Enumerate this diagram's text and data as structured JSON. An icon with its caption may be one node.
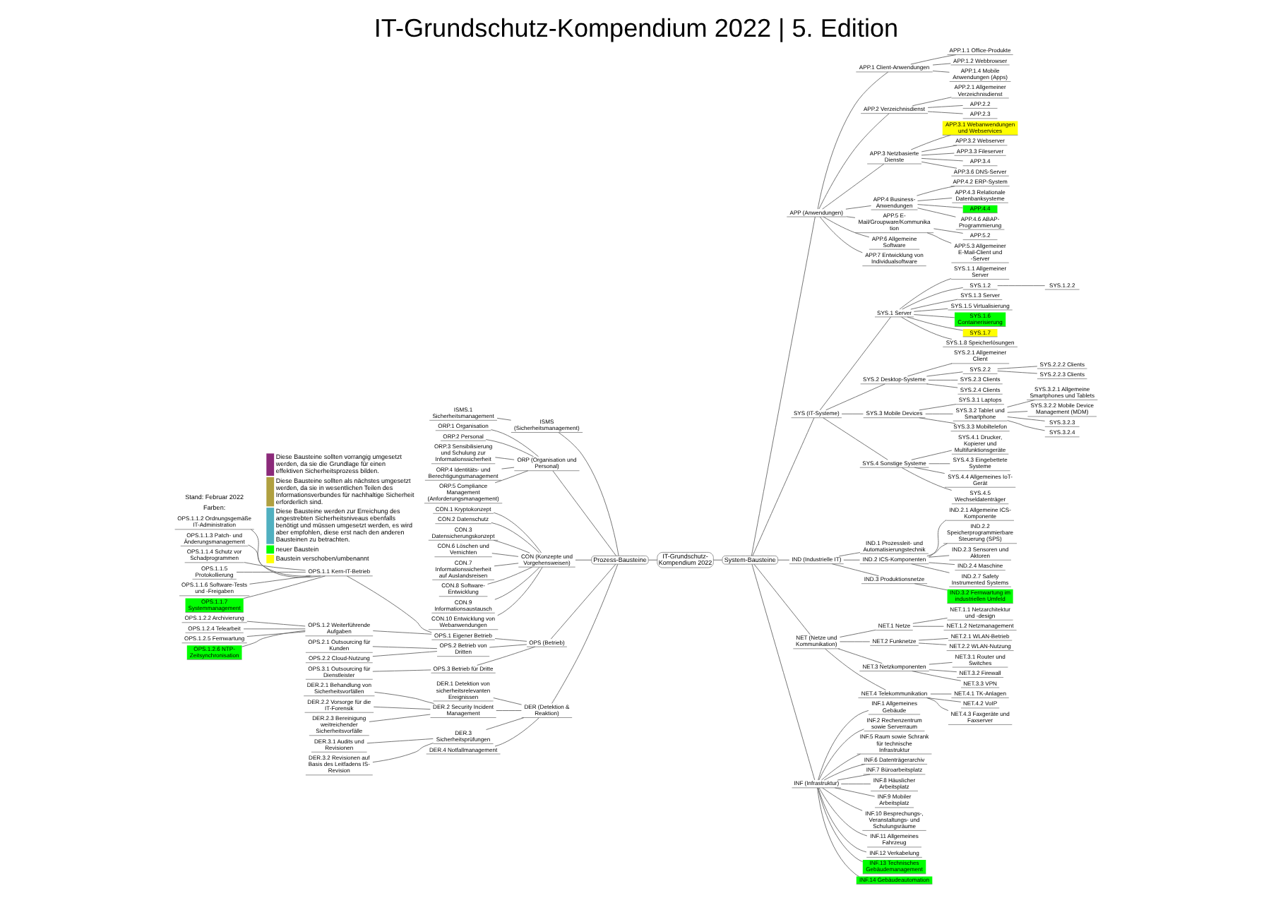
{
  "diagram": {
    "title": "IT-Grundschutz-Kompendium 2022 | 5. Edition",
    "nodes": [
      {
        "text": [
          "IT-Grundschutz-Kompendium 2022"
        ]
      },
      {
        "text": [
          "Prozess-Bausteine"
        ]
      },
      {
        "text": [
          "ISMS (Sicherheitsmanagement)"
        ]
      },
      {
        "text": [
          "ISMS.1 Sicherheitsmanagement"
        ]
      },
      {
        "text": [
          "ORP (Organisation und Personal)"
        ]
      },
      {
        "text": [
          "ORP.1 Organisation"
        ]
      },
      {
        "text": [
          "ORP.2 Personal"
        ]
      },
      {
        "text": [
          "ORP.3 Sensibilisierung und Schulung zur Informationssicherheit"
        ]
      },
      {
        "text": [
          "ORP.4 Identitäts- und Berechtigungsmanagement"
        ]
      },
      {
        "text": [
          "ORP.5 Compliance Management (Anforderungsmanagement)"
        ]
      },
      {
        "text": [
          "CON (Konzepte und Vorgehensweisen)"
        ]
      },
      {
        "text": [
          "CON.1 Kryptokonzept"
        ]
      },
      {
        "text": [
          "CON.2 Datenschutz"
        ]
      },
      {
        "text": [
          "CON.3 Datensicherungskonzept"
        ]
      },
      {
        "text": [
          "CON.6 Löschen und Vernichten"
        ]
      },
      {
        "text": [
          "CON.7 Informationssicherheit auf Auslandsreisen"
        ]
      },
      {
        "text": [
          "CON.8 Software-Entwicklung"
        ]
      },
      {
        "text": [
          "CON.9 Informationsaustausch"
        ]
      },
      {
        "text": [
          "CON.10 Entwicklung von Webanwendungen"
        ]
      },
      {
        "text": [
          "OPS (Betrieb)"
        ]
      },
      {
        "text": [
          "OPS.1 Eigener Betrieb"
        ]
      },
      {
        "text": [
          "OPS.1.1 Kern-IT-Betrieb"
        ]
      },
      {
        "text": [
          "OPS.1.1.2 Ordnungsgemäße IT-Administration"
        ]
      },
      {
        "text": [
          "OPS.1.1.3 Patch- und Änderungsmanagement"
        ]
      },
      {
        "text": [
          "OPS.1.1.4 Schutz vor Schadprogrammen"
        ]
      },
      {
        "text": [
          "OPS.1.1.5 Protokollierung"
        ]
      },
      {
        "text": [
          "OPS.1.1.6 Software-Tests und -Freigaben"
        ]
      },
      {
        "text": [
          "OPS.1.1.7 Systemmanagement"
        ]
      },
      {
        "text": [
          "OPS.1.2 Weiterführende Aufgaben"
        ]
      },
      {
        "text": [
          "OPS.1.2.2 Archivierung"
        ]
      },
      {
        "text": [
          "OPS.1.2.4 Telearbeit"
        ]
      },
      {
        "text": [
          "OPS.1.2.5 Fernwartung"
        ]
      },
      {
        "text": [
          "OPS.1.2.6 NTP-Zeitsynchronisation"
        ]
      },
      {
        "text": [
          "OPS.2 Betrieb von Dritten"
        ]
      },
      {
        "text": [
          "OPS.2.1 Outsourcing für Kunden"
        ]
      },
      {
        "text": [
          "OPS.2.2 Cloud-Nutzung"
        ]
      },
      {
        "text": [
          "OPS.3 Betrieb für Dritte"
        ]
      },
      {
        "text": [
          "OPS.3.1 Outsourcing für Dienstleister"
        ]
      },
      {
        "text": [
          "DER (Detektion & Reaktion)"
        ]
      },
      {
        "text": [
          "DER.1 Detektion von sicherheitsrelevanten Ereignissen"
        ]
      },
      {
        "text": [
          "DER.2 Security Incident Management"
        ]
      },
      {
        "text": [
          "DER.2.1 Behandlung von Sicherheitsvorfällen"
        ]
      },
      {
        "text": [
          "DER.2.2 Vorsorge für die IT-Forensik"
        ]
      },
      {
        "text": [
          "DER.2.3 Bereinigung weitreichender Sicherheitsvorfälle"
        ]
      },
      {
        "text": [
          "DER.3 Sicherheitsprüfungen"
        ]
      },
      {
        "text": [
          "DER.3.1 Audits und Revisionen"
        ]
      },
      {
        "text": [
          "DER.3.2 Revisionen auf Basis des Leitfadens IS-Revision"
        ]
      },
      {
        "text": [
          "DER.4 Notfallmanagement"
        ]
      },
      {
        "text": [
          "System-Bausteine"
        ]
      },
      {
        "text": [
          "APP (Anwendungen)"
        ]
      },
      {
        "text": [
          "APP.1 Client-Anwendungen"
        ]
      },
      {
        "text": [
          "APP.1.1 Office-Produkte"
        ]
      },
      {
        "text": [
          "APP.1.2 Webbrowser"
        ]
      },
      {
        "text": [
          "APP.1.4 Mobile Anwendungen (Apps)"
        ]
      },
      {
        "text": [
          "APP.2 Verzeichnisdienst"
        ]
      },
      {
        "text": [
          "APP.2.1 Allgemeiner Verzeichnisdienst"
        ]
      },
      {
        "text": [
          "APP.2.2"
        ]
      },
      {
        "text": [
          "APP.2.3"
        ]
      },
      {
        "text": [
          "APP.3 Netzbasierte Dienste"
        ]
      },
      {
        "text": [
          "APP.3.1 Webanwendungen und Webservices"
        ]
      },
      {
        "text": [
          "APP.3.2 Webserver"
        ]
      },
      {
        "text": [
          "APP.3.3 Fileserver"
        ]
      },
      {
        "text": [
          "APP.3.4"
        ]
      },
      {
        "text": [
          "APP.3.6 DNS-Server"
        ]
      },
      {
        "text": [
          "APP.4 Business-Anwendungen"
        ]
      },
      {
        "text": [
          "APP.4.2 ERP-System"
        ]
      },
      {
        "text": [
          "APP.4.3 Relationale Datenbanksysteme"
        ]
      },
      {
        "text": [
          "APP.4.4"
        ]
      },
      {
        "text": [
          "APP.4.6 ABAP-Programmierung"
        ]
      },
      {
        "text": [
          "APP.5 E-Mail/Groupware/Kommunikation"
        ]
      },
      {
        "text": [
          "APP.5.2"
        ]
      },
      {
        "text": [
          "APP.5.3 Allgemeiner E-Mail-Client und -Server"
        ]
      },
      {
        "text": [
          "APP.6 Allgemeine Software"
        ]
      },
      {
        "text": [
          "APP.7 Entwicklung von Individualsoftware"
        ]
      },
      {
        "text": [
          "SYS (IT-Systeme)"
        ]
      },
      {
        "text": [
          "SYS.1 Server"
        ]
      },
      {
        "text": [
          "SYS.1.1 Allgemeiner Server"
        ]
      },
      {
        "text": [
          "SYS.1.2"
        ]
      },
      {
        "text": [
          "SYS.1.2.2"
        ]
      },
      {
        "text": [
          "SYS.1.3 Server"
        ]
      },
      {
        "text": [
          "SYS.1.5 Virtualisierung"
        ]
      },
      {
        "text": [
          "SYS.1.6 Containerisierung"
        ]
      },
      {
        "text": [
          "SYS.1.7"
        ]
      },
      {
        "text": [
          "SYS.1.8 Speicherlösungen"
        ]
      },
      {
        "text": [
          "SYS.2 Desktop-Systeme"
        ]
      },
      {
        "text": [
          "SYS.2.1 Allgemeiner Client"
        ]
      },
      {
        "text": [
          "SYS.2.2"
        ]
      },
      {
        "text": [
          "SYS.2.2.2 Clients"
        ]
      },
      {
        "text": [
          "SYS.2.2.3 Clients"
        ]
      },
      {
        "text": [
          "SYS.2.3 Clients"
        ]
      },
      {
        "text": [
          "SYS.2.4 Clients"
        ]
      },
      {
        "text": [
          "SYS.3 Mobile Devices"
        ]
      },
      {
        "text": [
          "SYS.3.1 Laptops"
        ]
      },
      {
        "text": [
          "SYS.3.2 Tablet und Smartphone"
        ]
      },
      {
        "text": [
          "SYS.3.2.1 Allgemeine Smartphones und Tablets"
        ]
      },
      {
        "text": [
          "SYS.3.2.2 Mobile Device Management (MDM)"
        ]
      },
      {
        "text": [
          "SYS.3.2.3"
        ]
      },
      {
        "text": [
          "SYS.3.2.4"
        ]
      },
      {
        "text": [
          "SYS.3.3 Mobiltelefon"
        ]
      },
      {
        "text": [
          "SYS.4 Sonstige Systeme"
        ]
      },
      {
        "text": [
          "SYS.4.1 Drucker, Kopierer und Multifunktionsgeräte"
        ]
      },
      {
        "text": [
          "SYS.4.3 Eingebettete Systeme"
        ]
      },
      {
        "text": [
          "SYS.4.4 Allgemeines IoT-Gerät"
        ]
      },
      {
        "text": [
          "SYS.4.5 Wechseldatenträger"
        ]
      },
      {
        "text": [
          "IND (Industrielle IT)"
        ]
      },
      {
        "text": [
          "IND.1 Prozessleit- und Automatisierungstechnik"
        ]
      },
      {
        "text": [
          "IND.2 ICS-Komponenten"
        ]
      },
      {
        "text": [
          "IND.2.1 Allgemeine ICS-Komponente"
        ]
      },
      {
        "text": [
          "IND.2.2 Speicherprogrammierbare Steuerung (SPS)"
        ]
      },
      {
        "text": [
          "IND.2.3 Sensoren und Aktoren"
        ]
      },
      {
        "text": [
          "IND.2.4 Maschine"
        ]
      },
      {
        "text": [
          "IND.2.7 Safety Instrumented Systems"
        ]
      },
      {
        "text": [
          "IND.3 Produktionsnetze"
        ]
      },
      {
        "text": [
          "IND.3.2 Fernwartung im industriellen Umfeld"
        ]
      },
      {
        "text": [
          "NET (Netze und Kommunikation)"
        ]
      },
      {
        "text": [
          "NET.1 Netze"
        ]
      },
      {
        "text": [
          "NET.1.1 Netzarchitektur und -design"
        ]
      },
      {
        "text": [
          "NET.1.2 Netzmanagement"
        ]
      },
      {
        "text": [
          "NET.2 Funknetze"
        ]
      },
      {
        "text": [
          "NET.2.1 WLAN-Betrieb"
        ]
      },
      {
        "text": [
          "NET.2.2 WLAN-Nutzung"
        ]
      },
      {
        "text": [
          "NET.3 Netzkomponenten"
        ]
      },
      {
        "text": [
          "NET.3.1 Router und Switches"
        ]
      },
      {
        "text": [
          "NET.3.2 Firewall"
        ]
      },
      {
        "text": [
          "NET.3.3 VPN"
        ]
      },
      {
        "text": [
          "NET.4 Telekommunikation"
        ]
      },
      {
        "text": [
          "NET.4.1 TK-Anlagen"
        ]
      },
      {
        "text": [
          "NET.4.2 VoIP"
        ]
      },
      {
        "text": [
          "NET.4.3 Faxgeräte und Faxserver"
        ]
      },
      {
        "text": [
          "INF (Infrastruktur)"
        ]
      },
      {
        "text": [
          "INF.1 Allgemeines Gebäude"
        ]
      },
      {
        "text": [
          "INF.2 Rechenzentrum sowie Serverraum"
        ]
      },
      {
        "text": [
          "INF.5 Raum sowie Schrank für technische Infrastruktur"
        ]
      },
      {
        "text": [
          "INF.6 Datenträgerarchiv"
        ]
      },
      {
        "text": [
          "INF.7 Büroarbeitsplatz"
        ]
      },
      {
        "text": [
          "INF.8 Häuslicher Arbeitsplatz"
        ]
      },
      {
        "text": [
          "INF.9 Mobiler Arbeitsplatz"
        ]
      },
      {
        "text": [
          "INF.10 Besprechungs-, Veranstaltungs- und Schulungsräume"
        ]
      },
      {
        "text": [
          "INF.11 Allgemeines Fahrzeug"
        ]
      },
      {
        "text": [
          "INF.12 Verkabelung"
        ]
      },
      {
        "text": [
          "INF.13 Technisches Gebäudemanagement"
        ]
      },
      {
        "text": [
          "INF.14 Gebäudeautomation"
        ]
      }
    ],
    "edges": [
      {
        "from": 0,
        "to": 1,
        "arrow": "none"
      },
      {
        "from": 1,
        "to": 2,
        "arrow": "none"
      },
      {
        "from": 2,
        "to": 3,
        "arrow": "none"
      },
      {
        "from": 1,
        "to": 4,
        "arrow": "none"
      },
      {
        "from": 4,
        "to": 5,
        "arrow": "none"
      },
      {
        "from": 4,
        "to": 6,
        "arrow": "none"
      },
      {
        "from": 4,
        "to": 7,
        "arrow": "none"
      },
      {
        "from": 4,
        "to": 8,
        "arrow": "none"
      },
      {
        "from": 4,
        "to": 9,
        "arrow": "none"
      },
      {
        "from": 1,
        "to": 10,
        "arrow": "none"
      },
      {
        "from": 10,
        "to": 11,
        "arrow": "none"
      },
      {
        "from": 10,
        "to": 12,
        "arrow": "none"
      },
      {
        "from": 10,
        "to": 13,
        "arrow": "none"
      },
      {
        "from": 10,
        "to": 14,
        "arrow": "none"
      },
      {
        "from": 10,
        "to": 15,
        "arrow": "none"
      },
      {
        "from": 10,
        "to": 16,
        "arrow": "none"
      },
      {
        "from": 10,
        "to": 17,
        "arrow": "none"
      },
      {
        "from": 10,
        "to": 18,
        "arrow": "none"
      },
      {
        "from": 1,
        "to": 19,
        "arrow": "none"
      },
      {
        "from": 19,
        "to": 20,
        "arrow": "none"
      },
      {
        "from": 20,
        "to": 21,
        "arrow": "none"
      },
      {
        "from": 21,
        "to": 22,
        "arrow": "none"
      },
      {
        "from": 21,
        "to": 23,
        "arrow": "none"
      },
      {
        "from": 21,
        "to": 24,
        "arrow": "none"
      },
      {
        "from": 21,
        "to": 25,
        "arrow": "none"
      },
      {
        "from": 21,
        "to": 26,
        "arrow": "none"
      },
      {
        "from": 21,
        "to": 27,
        "arrow": "none"
      },
      {
        "from": 20,
        "to": 28,
        "arrow": "none"
      },
      {
        "from": 28,
        "to": 29,
        "arrow": "none"
      },
      {
        "from": 28,
        "to": 30,
        "arrow": "none"
      },
      {
        "from": 28,
        "to": 31,
        "arrow": "none"
      },
      {
        "from": 28,
        "to": 32,
        "arrow": "none"
      },
      {
        "from": 19,
        "to": 33,
        "arrow": "none"
      },
      {
        "from": 33,
        "to": 34,
        "arrow": "none"
      },
      {
        "from": 33,
        "to": 35,
        "arrow": "none"
      },
      {
        "from": 19,
        "to": 36,
        "arrow": "none"
      },
      {
        "from": 36,
        "to": 37,
        "arrow": "none"
      },
      {
        "from": 1,
        "to": 38,
        "arrow": "none"
      },
      {
        "from": 38,
        "to": 39,
        "arrow": "none"
      },
      {
        "from": 38,
        "to": 40,
        "arrow": "none"
      },
      {
        "from": 40,
        "to": 41,
        "arrow": "none"
      },
      {
        "from": 40,
        "to": 42,
        "arrow": "none"
      },
      {
        "from": 40,
        "to": 43,
        "arrow": "none"
      },
      {
        "from": 38,
        "to": 44,
        "arrow": "none"
      },
      {
        "from": 44,
        "to": 45,
        "arrow": "none"
      },
      {
        "from": 44,
        "to": 46,
        "arrow": "none"
      },
      {
        "from": 38,
        "to": 47,
        "arrow": "none"
      },
      {
        "from": 0,
        "to": 48,
        "arrow": "none"
      },
      {
        "from": 48,
        "to": 49,
        "arrow": "none"
      },
      {
        "from": 49,
        "to": 50,
        "arrow": "none"
      },
      {
        "from": 50,
        "to": 51,
        "arrow": "none"
      },
      {
        "from": 50,
        "to": 52,
        "arrow": "none"
      },
      {
        "from": 50,
        "to": 53,
        "arrow": "none"
      },
      {
        "from": 49,
        "to": 54,
        "arrow": "none"
      },
      {
        "from": 54,
        "to": 55,
        "arrow": "none"
      },
      {
        "from": 54,
        "to": 56,
        "arrow": "none"
      },
      {
        "from": 54,
        "to": 57,
        "arrow": "none"
      },
      {
        "from": 49,
        "to": 58,
        "arrow": "none"
      },
      {
        "from": 58,
        "to": 59,
        "arrow": "none"
      },
      {
        "from": 58,
        "to": 60,
        "arrow": "none"
      },
      {
        "from": 58,
        "to": 61,
        "arrow": "none"
      },
      {
        "from": 58,
        "to": 62,
        "arrow": "none"
      },
      {
        "from": 58,
        "to": 63,
        "arrow": "none"
      },
      {
        "from": 49,
        "to": 64,
        "arrow": "none"
      },
      {
        "from": 64,
        "to": 65,
        "arrow": "none"
      },
      {
        "from": 64,
        "to": 66,
        "arrow": "none"
      },
      {
        "from": 64,
        "to": 67,
        "arrow": "none"
      },
      {
        "from": 64,
        "to": 68,
        "arrow": "none"
      },
      {
        "from": 49,
        "to": 69,
        "arrow": "none"
      },
      {
        "from": 69,
        "to": 70,
        "arrow": "none"
      },
      {
        "from": 69,
        "to": 71,
        "arrow": "none"
      },
      {
        "from": 49,
        "to": 72,
        "arrow": "none"
      },
      {
        "from": 49,
        "to": 73,
        "arrow": "none"
      },
      {
        "from": 48,
        "to": 74,
        "arrow": "none"
      },
      {
        "from": 74,
        "to": 75,
        "arrow": "none"
      },
      {
        "from": 75,
        "to": 76,
        "arrow": "none"
      },
      {
        "from": 75,
        "to": 77,
        "arrow": "none"
      },
      {
        "from": 77,
        "to": 78,
        "arrow": "none"
      },
      {
        "from": 75,
        "to": 79,
        "arrow": "none"
      },
      {
        "from": 75,
        "to": 80,
        "arrow": "none"
      },
      {
        "from": 75,
        "to": 81,
        "arrow": "none"
      },
      {
        "from": 75,
        "to": 82,
        "arrow": "none"
      },
      {
        "from": 75,
        "to": 83,
        "arrow": "none"
      },
      {
        "from": 74,
        "to": 84,
        "arrow": "none"
      },
      {
        "from": 84,
        "to": 85,
        "arrow": "none"
      },
      {
        "from": 84,
        "to": 86,
        "arrow": "none"
      },
      {
        "from": 86,
        "to": 87,
        "arrow": "none"
      },
      {
        "from": 86,
        "to": 88,
        "arrow": "none"
      },
      {
        "from": 84,
        "to": 89,
        "arrow": "none"
      },
      {
        "from": 84,
        "to": 90,
        "arrow": "none"
      },
      {
        "from": 74,
        "to": 91,
        "arrow": "none"
      },
      {
        "from": 91,
        "to": 92,
        "arrow": "none"
      },
      {
        "from": 91,
        "to": 93,
        "arrow": "none"
      },
      {
        "from": 93,
        "to": 94,
        "arrow": "none"
      },
      {
        "from": 93,
        "to": 95,
        "arrow": "none"
      },
      {
        "from": 93,
        "to": 96,
        "arrow": "none"
      },
      {
        "from": 93,
        "to": 97,
        "arrow": "none"
      },
      {
        "from": 91,
        "to": 98,
        "arrow": "none"
      },
      {
        "from": 74,
        "to": 99,
        "arrow": "none"
      },
      {
        "from": 99,
        "to": 100,
        "arrow": "none"
      },
      {
        "from": 99,
        "to": 101,
        "arrow": "none"
      },
      {
        "from": 99,
        "to": 102,
        "arrow": "none"
      },
      {
        "from": 99,
        "to": 103,
        "arrow": "none"
      },
      {
        "from": 48,
        "to": 104,
        "arrow": "none"
      },
      {
        "from": 104,
        "to": 105,
        "arrow": "none"
      },
      {
        "from": 104,
        "to": 106,
        "arrow": "none"
      },
      {
        "from": 106,
        "to": 107,
        "arrow": "none"
      },
      {
        "from": 106,
        "to": 108,
        "arrow": "none"
      },
      {
        "from": 106,
        "to": 109,
        "arrow": "none"
      },
      {
        "from": 106,
        "to": 110,
        "arrow": "none"
      },
      {
        "from": 106,
        "to": 111,
        "arrow": "none"
      },
      {
        "from": 104,
        "to": 112,
        "arrow": "none"
      },
      {
        "from": 112,
        "to": 113,
        "arrow": "none"
      },
      {
        "from": 48,
        "to": 114,
        "arrow": "none"
      },
      {
        "from": 114,
        "to": 115,
        "arrow": "none"
      },
      {
        "from": 115,
        "to": 116,
        "arrow": "none"
      },
      {
        "from": 115,
        "to": 117,
        "arrow": "none"
      },
      {
        "from": 114,
        "to": 118,
        "arrow": "none"
      },
      {
        "from": 118,
        "to": 119,
        "arrow": "none"
      },
      {
        "from": 118,
        "to": 120,
        "arrow": "none"
      },
      {
        "from": 114,
        "to": 121,
        "arrow": "none"
      },
      {
        "from": 121,
        "to": 122,
        "arrow": "none"
      },
      {
        "from": 121,
        "to": 123,
        "arrow": "none"
      },
      {
        "from": 121,
        "to": 124,
        "arrow": "none"
      },
      {
        "from": 114,
        "to": 125,
        "arrow": "none"
      },
      {
        "from": 125,
        "to": 126,
        "arrow": "none"
      },
      {
        "from": 125,
        "to": 127,
        "arrow": "none"
      },
      {
        "from": 125,
        "to": 128,
        "arrow": "none"
      },
      {
        "from": 48,
        "to": 129,
        "arrow": "none"
      },
      {
        "from": 129,
        "to": 130,
        "arrow": "none"
      },
      {
        "from": 129,
        "to": 131,
        "arrow": "none"
      },
      {
        "from": 129,
        "to": 132,
        "arrow": "none"
      },
      {
        "from": 129,
        "to": 133,
        "arrow": "none"
      },
      {
        "from": 129,
        "to": 134,
        "arrow": "none"
      },
      {
        "from": 129,
        "to": 135,
        "arrow": "none"
      },
      {
        "from": 129,
        "to": 136,
        "arrow": "none"
      },
      {
        "from": 129,
        "to": 137,
        "arrow": "none"
      },
      {
        "from": 129,
        "to": 138,
        "arrow": "none"
      },
      {
        "from": 129,
        "to": 139,
        "arrow": "none"
      },
      {
        "from": 129,
        "to": 140,
        "arrow": "none"
      },
      {
        "from": 129,
        "to": 141,
        "arrow": "none"
      }
    ],
    "labels": [
      "Farben:",
      "Stand: Februar 2022"
    ],
    "legend": [
      {
        "text": "Diese Bausteine sollten vorrangig umgesetzt werden, da sie die Grundlage für einen effektiven Sicherheitsprozess bilden.",
        "color": "#8b2a7a"
      },
      {
        "text": "Diese Bausteine sollten als nächstes umgesetzt werden, da sie in wesentlichen Teilen des Informationsverbundes für nachhaltige Sicherheit erforderlich sind.",
        "color": "#b0a040"
      },
      {
        "text": "Diese Bausteine werden zur Erreichung des angestrebten Sicherheitsniveaus ebenfalls benötigt und müssen umgesetzt werden, es wird aber empfohlen, diese erst nach den anderen Bausteinen zu betrachten.",
        "color": "#50b0c0"
      },
      {
        "text": "neuer Baustein",
        "color": "#00ff00"
      },
      {
        "text": "Baustein verschoben/umbenannt",
        "color": "#ffff00"
      }
    ]
  }
}
